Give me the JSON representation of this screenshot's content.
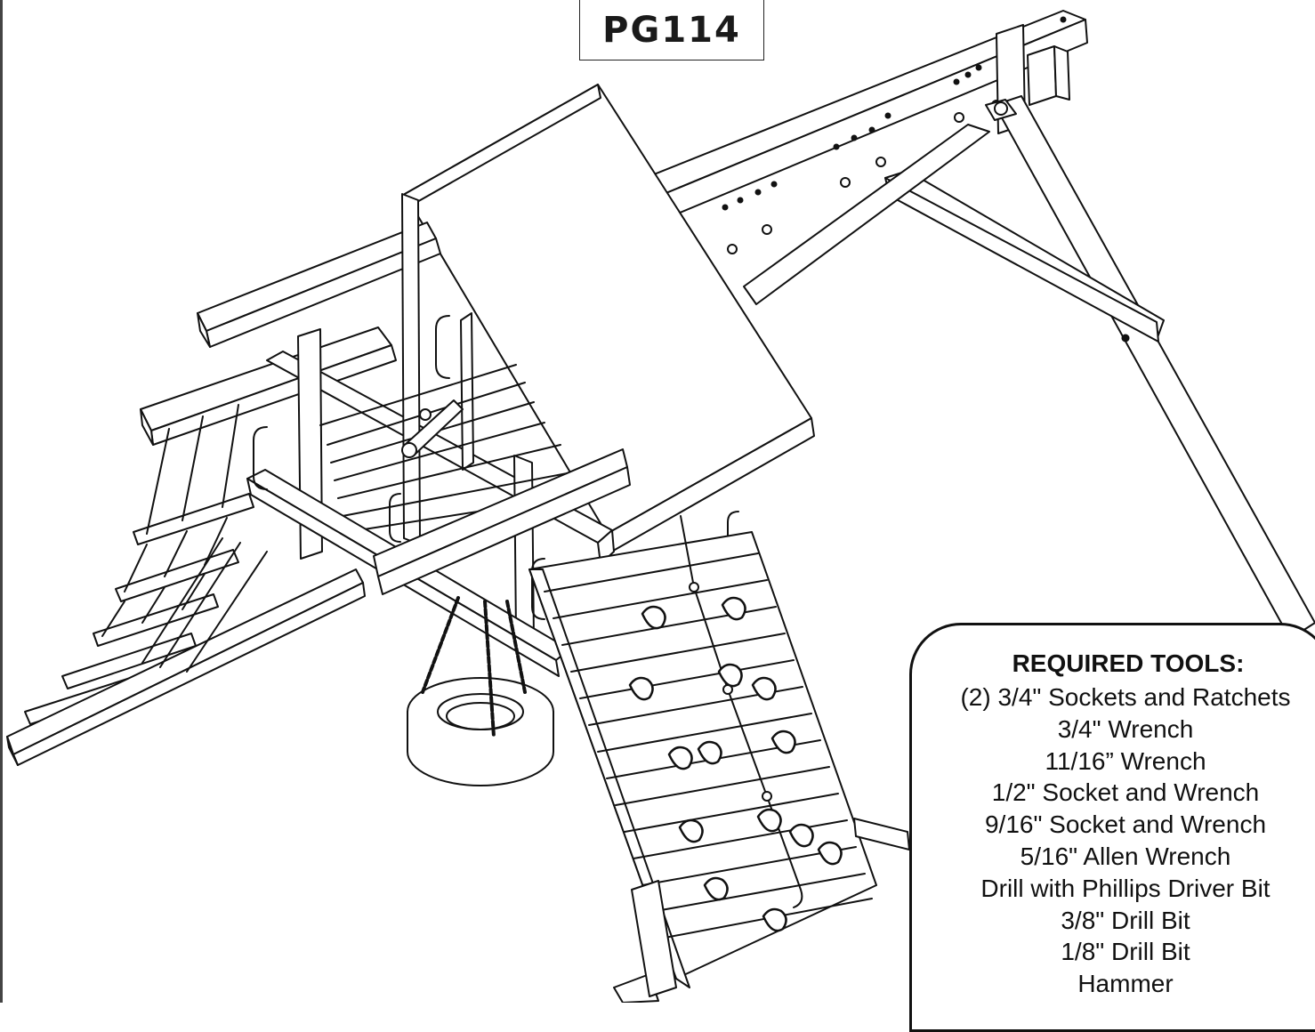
{
  "header": {
    "model": "PG114"
  },
  "tools": {
    "title": "REQUIRED TOOLS:",
    "items": [
      "(2) 3/4\" Sockets and Ratchets",
      "3/4\" Wrench",
      "11/16” Wrench",
      "1/2\" Socket and Wrench",
      "9/16\" Socket and Wrench",
      "5/16\" Allen Wrench",
      "Drill with Phillips Driver Bit",
      "3/8\" Drill Bit",
      "1/8\" Drill Bit",
      "Hammer"
    ]
  },
  "colors": {
    "line": "#111111",
    "frame": "#444444",
    "paper": "#ffffff"
  }
}
